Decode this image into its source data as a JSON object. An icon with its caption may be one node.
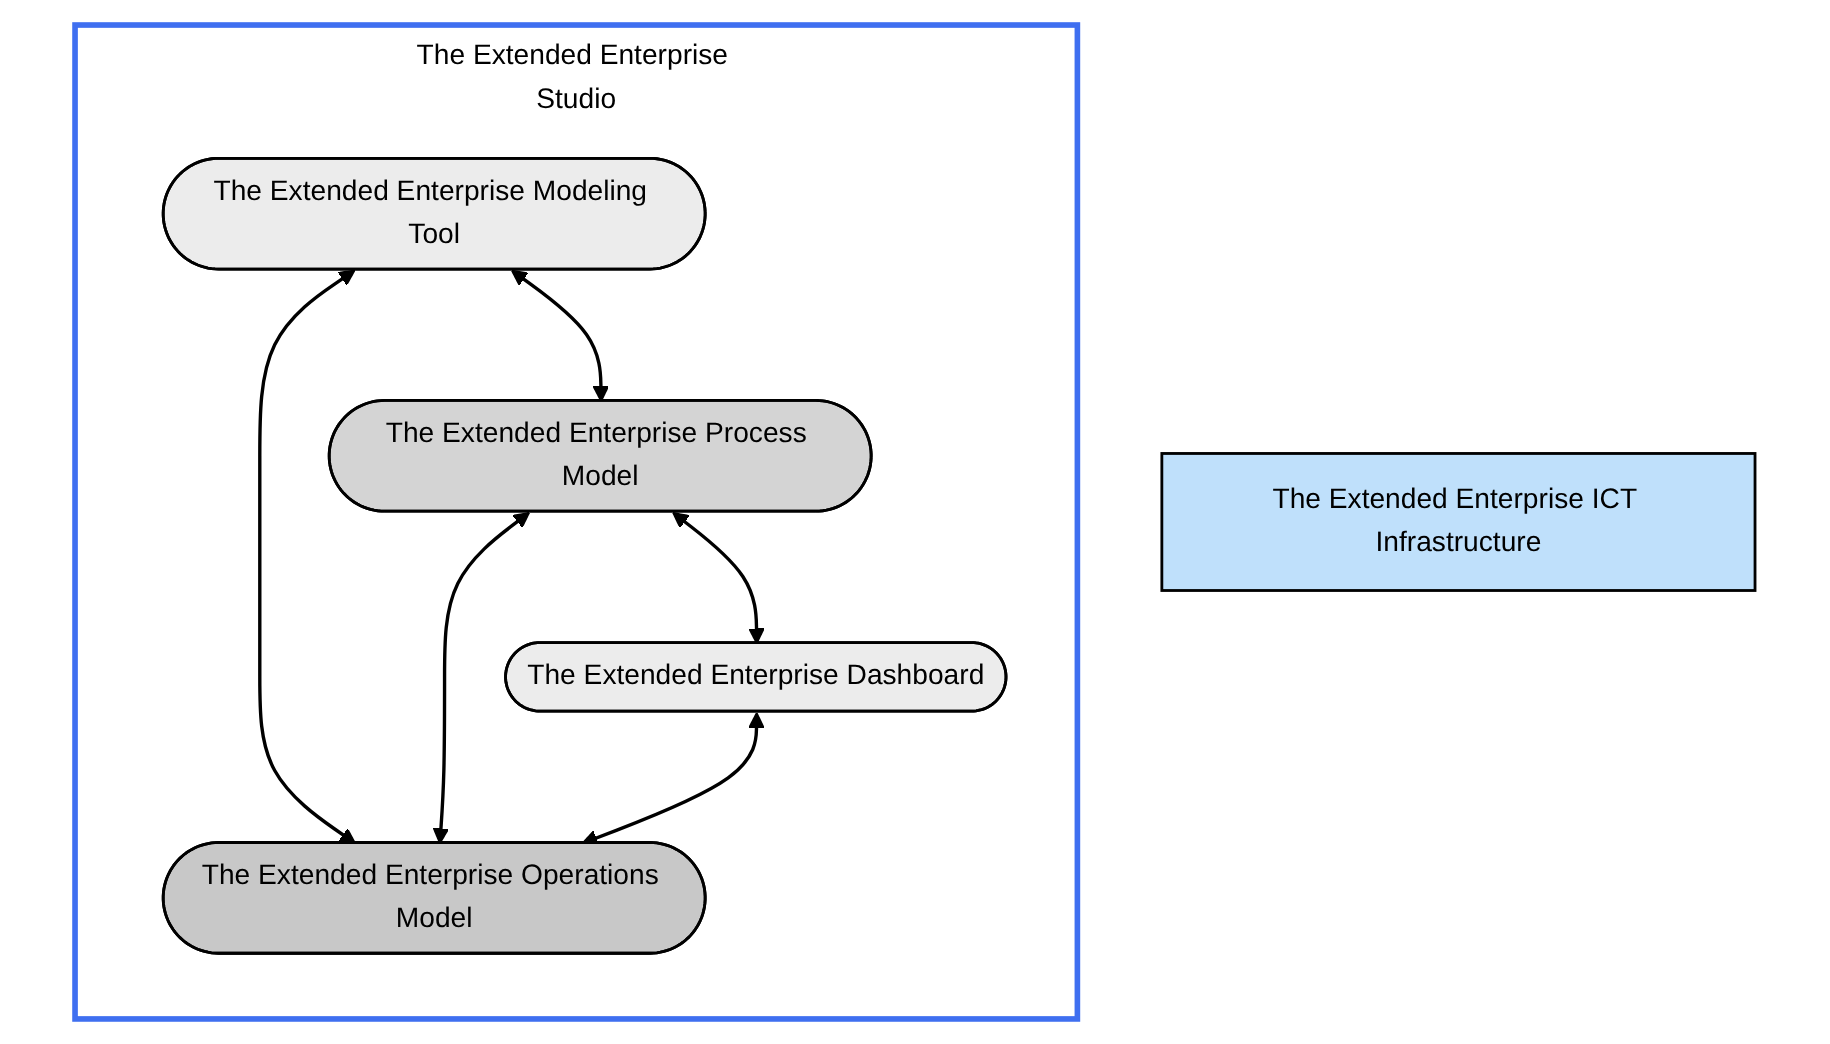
{
  "diagram": {
    "nodes": [
      {
        "text": [
          "The Extended Enterprise Studio"
        ]
      },
      {
        "text": [
          "The Extended Enterprise Modeling Tool"
        ],
        "in": 0
      },
      {
        "text": [
          "The Extended Enterprise Process Model"
        ],
        "in": 0
      },
      {
        "text": [
          "The Extended Enterprise Dashboard"
        ],
        "in": 0
      },
      {
        "text": [
          "The Extended Enterprise Operations Model"
        ],
        "in": 0
      },
      {
        "text": [
          "The Extended Enterprise ICT Infrastructure"
        ]
      }
    ],
    "edges": [
      {
        "from": 1,
        "to": 2,
        "arrow": "both"
      },
      {
        "from": 2,
        "to": 3,
        "arrow": "both"
      },
      {
        "from": 1,
        "to": 4,
        "arrow": "both"
      },
      {
        "from": 2,
        "to": 4,
        "arrow": "both"
      },
      {
        "from": 3,
        "to": 4,
        "arrow": "both"
      }
    ]
  }
}
